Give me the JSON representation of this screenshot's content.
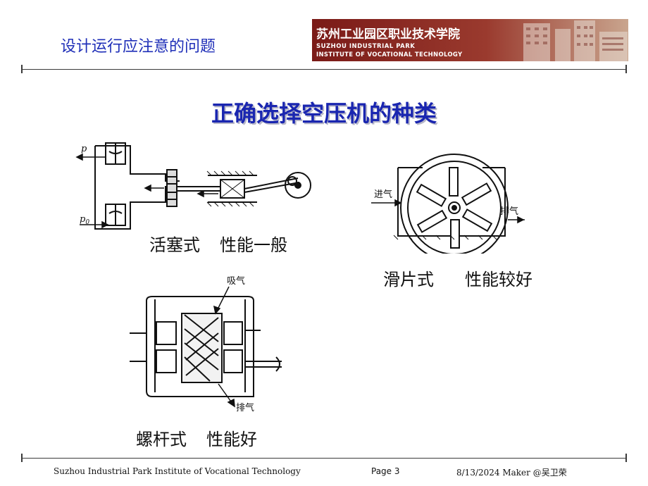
{
  "header": {
    "section_title": "设计运行应注意的问题",
    "banner": {
      "school_cn": "苏州工业园区职业技术学院",
      "school_en_line1": "SUZHOU INDUSTRIAL PARK",
      "school_en_line2": "INSTITUTE OF VOCATIONAL TECHNOLOGY"
    }
  },
  "slide": {
    "title": "正确选择空压机的种类",
    "figures": {
      "piston": {
        "caption_type": "活塞式",
        "caption_perf": "性能一般",
        "label_p": "p",
        "label_p0": "p",
        "label_p0_sub": "0"
      },
      "vane": {
        "caption_type": "滑片式",
        "caption_perf": "性能较好",
        "label_in": "进气",
        "label_out": "排气"
      },
      "screw": {
        "caption_type": "螺杆式",
        "caption_perf": "性能好",
        "label_in": "吸气",
        "label_out": "排气"
      }
    }
  },
  "footer": {
    "institute": "Suzhou Industrial Park Institute of Vocational Technology",
    "page": "Page  3",
    "date_maker": "8/13/2024  Maker @吴卫荣"
  }
}
